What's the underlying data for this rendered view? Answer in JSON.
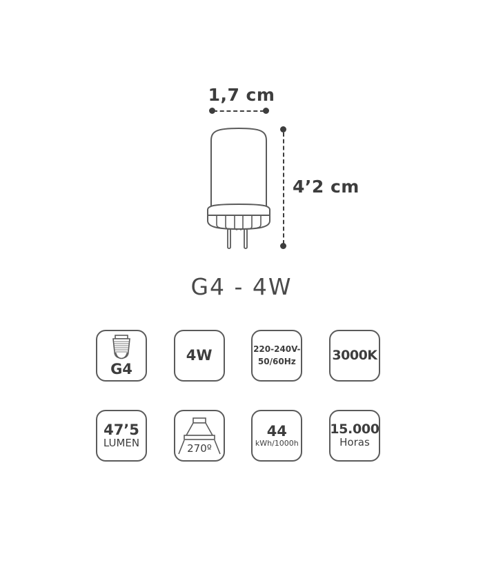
{
  "dimensions": {
    "width_label": "1,7 cm",
    "height_label": "4’2 cm"
  },
  "product": {
    "title": "G4  -  4W"
  },
  "colors": {
    "line": "#5a5a5a",
    "text": "#3d3d3d",
    "background": "#ffffff"
  },
  "specs": {
    "rows": [
      [
        {
          "name": "base-type",
          "icon": "screw-base-icon",
          "main": "",
          "sub": "G4"
        },
        {
          "name": "power",
          "icon": null,
          "main": "4W",
          "sub": ""
        },
        {
          "name": "voltage",
          "icon": null,
          "line1": "220-240V-",
          "line2": "50/60Hz"
        },
        {
          "name": "color-temperature",
          "icon": null,
          "main": "3000K",
          "sub": ""
        }
      ],
      [
        {
          "name": "luminous-flux",
          "icon": null,
          "main": "47’5",
          "sub": "LUMEN"
        },
        {
          "name": "beam-angle",
          "icon": "beam-angle-icon",
          "main": "",
          "sub": "270º"
        },
        {
          "name": "energy-consumption",
          "icon": null,
          "main": "44",
          "sub": "kWh/1000h"
        },
        {
          "name": "lifetime",
          "icon": null,
          "main": "15.000",
          "sub": "Horas"
        }
      ]
    ]
  }
}
